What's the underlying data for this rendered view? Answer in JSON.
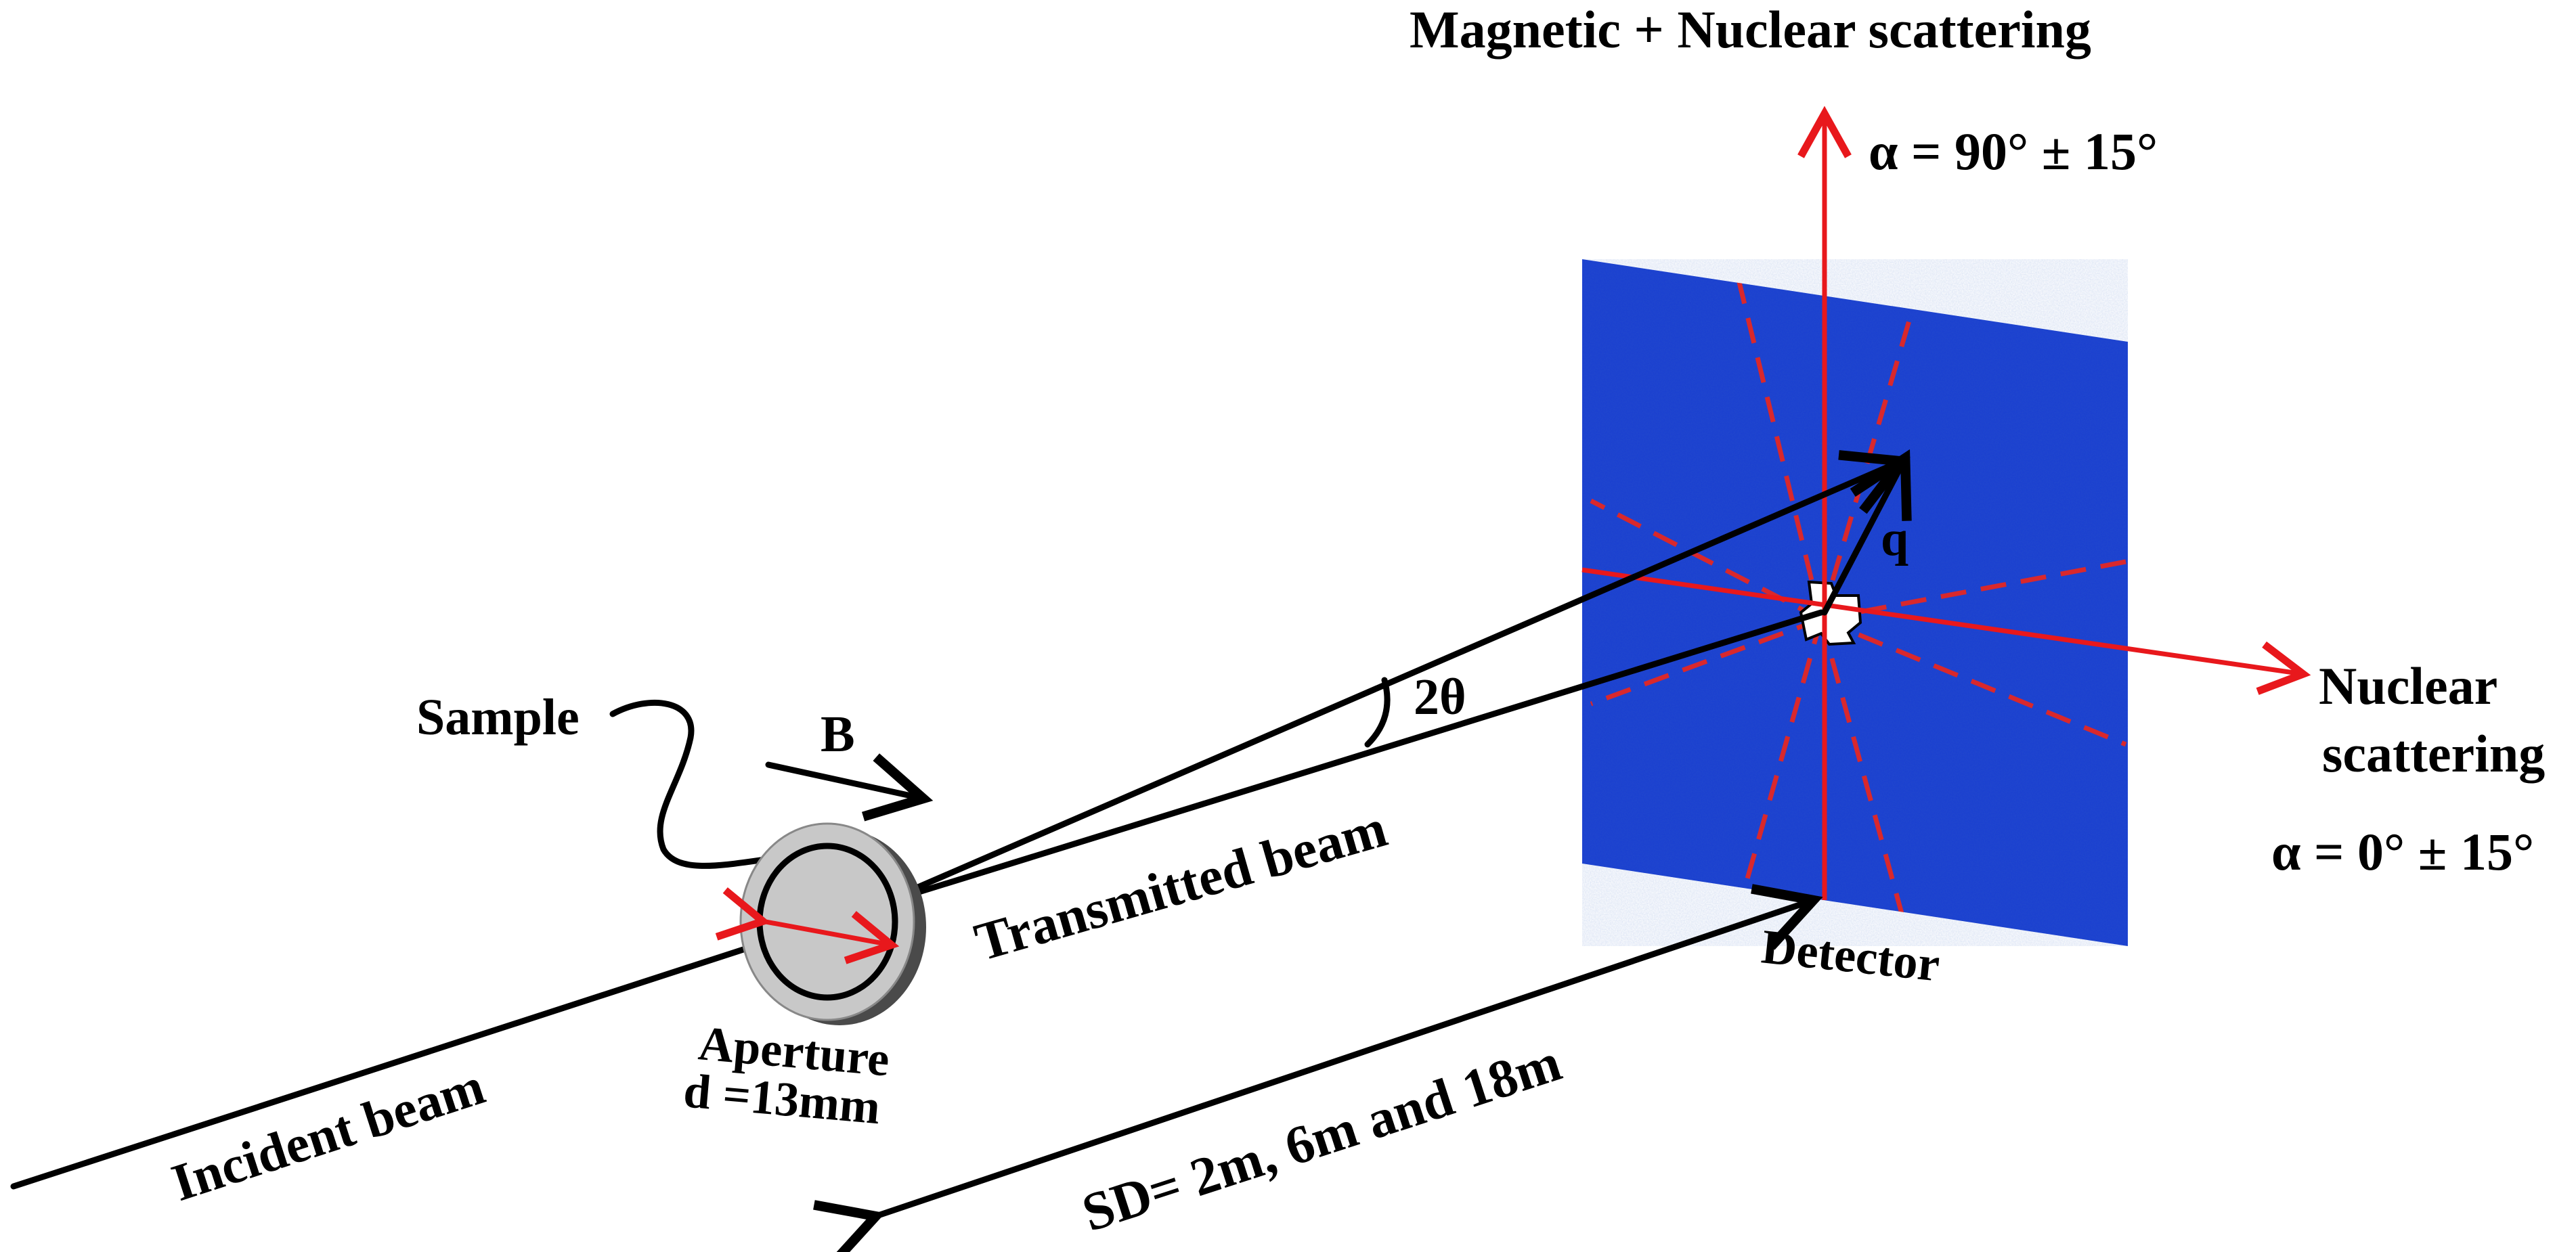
{
  "labels": {
    "magnetic_nuclear": "Magnetic + Nuclear scattering",
    "alpha_90": "α = 90° ± 15°",
    "nuclear_line1": "Nuclear",
    "nuclear_line2": "scattering",
    "alpha_0": "α = 0° ± 15°",
    "q": "q",
    "two_theta": "2θ",
    "sample": "Sample",
    "field": "B",
    "transmitted_beam": "Transmitted beam",
    "detector": "Detector",
    "aperture": "Aperture",
    "aperture_diameter": "d =13mm",
    "incident_beam": "Incident beam",
    "distance": "SD= 2m, 6m and 18m"
  },
  "colors": {
    "beam": "#000000",
    "axis": "#e8181c",
    "sector_dash": "#d9282c",
    "detector_background": "#1a3fd0",
    "hotspot": "#ff1a00",
    "aperture_face": "#c8c8c8"
  }
}
